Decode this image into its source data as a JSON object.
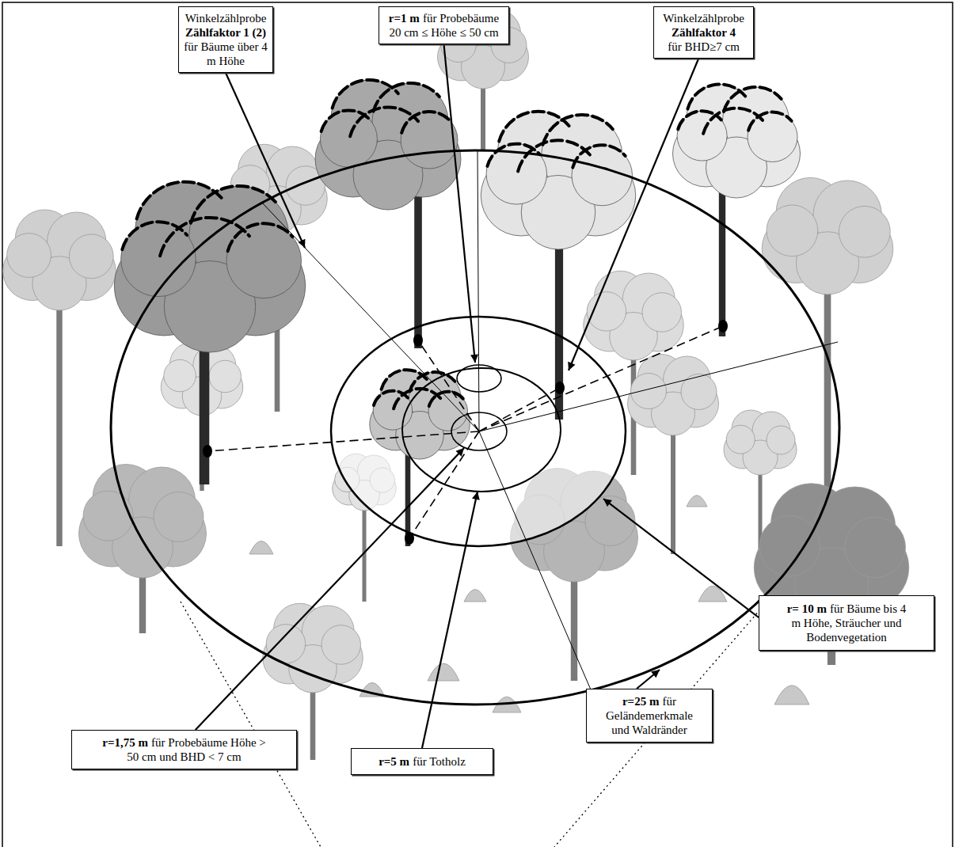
{
  "diagram": {
    "nodes": [
      {
        "text": [
          "Winkelzählprobe",
          "Zählfaktor 1 (2)",
          "für Bäume über 4 m Höhe"
        ]
      },
      {
        "text": [
          "r=1 m",
          "für Probebäume 20 cm ≤ Höhe ≤ 50 cm"
        ]
      },
      {
        "text": [
          "Winkelzählprobe",
          "Zählfaktor 4",
          "für BHD≥7 cm"
        ]
      },
      {
        "text": [
          "r= 10 m",
          "für Bäume bis 4 m Höhe, Sträucher und Bodenvegetation"
        ]
      },
      {
        "text": [
          "r=1,75 m",
          "für Probebäume Höhe > 50 cm und BHD < 7 cm"
        ]
      },
      {
        "text": [
          "r=5 m",
          "für Totholz"
        ]
      },
      {
        "text": [
          "r=25 m",
          "für Geländemerkmale und Waldränder"
        ]
      }
    ]
  }
}
